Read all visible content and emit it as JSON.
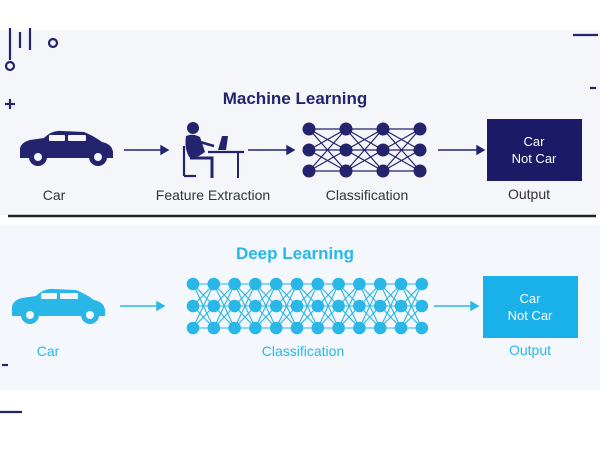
{
  "colors": {
    "ml": "#23236e",
    "dl": "#29b7e8",
    "text_dark": "#333333",
    "divider": "#222222",
    "bg_panel": "#f4f6fa"
  },
  "machine_learning": {
    "title": "Machine Learning",
    "car_label": "Car",
    "feature_label": "Feature Extraction",
    "classification_label": "Classification",
    "output_label": "Output",
    "output_line1": "Car",
    "output_line2": "Not Car",
    "network_layers": [
      3,
      3,
      3,
      3
    ]
  },
  "deep_learning": {
    "title": "Deep Learning",
    "car_label": "Car",
    "classification_label": "Classification",
    "output_label": "Output",
    "output_line1": "Car",
    "output_line2": "Not Car",
    "network_layers": [
      3,
      3,
      3,
      3,
      3,
      3,
      3,
      3,
      3,
      3,
      3,
      3
    ]
  },
  "icons": {
    "car_ml": "car-icon",
    "person": "person-at-computer-icon",
    "car_dl": "car-icon"
  }
}
